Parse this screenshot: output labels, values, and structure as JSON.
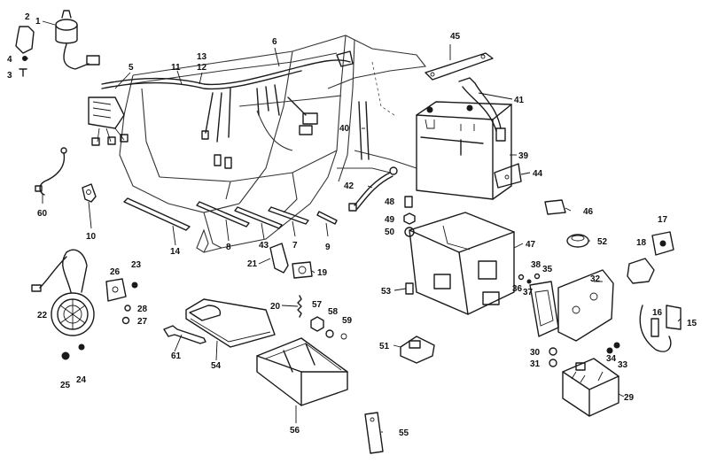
{
  "callouts": [
    {
      "id": "1",
      "text": "1"
    },
    {
      "id": "2",
      "text": "2"
    },
    {
      "id": "3",
      "text": "3"
    },
    {
      "id": "4",
      "text": "4"
    },
    {
      "id": "5",
      "text": "5"
    },
    {
      "id": "6",
      "text": "6"
    },
    {
      "id": "7",
      "text": "7"
    },
    {
      "id": "8",
      "text": "8"
    },
    {
      "id": "9",
      "text": "9"
    },
    {
      "id": "10",
      "text": "10"
    },
    {
      "id": "11",
      "text": "11"
    },
    {
      "id": "12",
      "text": "12"
    },
    {
      "id": "13",
      "text": "13"
    },
    {
      "id": "14",
      "text": "14"
    },
    {
      "id": "15",
      "text": "15"
    },
    {
      "id": "16",
      "text": "16"
    },
    {
      "id": "17",
      "text": "17"
    },
    {
      "id": "18",
      "text": "18"
    },
    {
      "id": "19",
      "text": "19"
    },
    {
      "id": "20",
      "text": "20"
    },
    {
      "id": "21",
      "text": "21"
    },
    {
      "id": "22",
      "text": "22"
    },
    {
      "id": "23",
      "text": "23"
    },
    {
      "id": "24",
      "text": "24"
    },
    {
      "id": "25",
      "text": "25"
    },
    {
      "id": "26",
      "text": "26"
    },
    {
      "id": "27",
      "text": "27"
    },
    {
      "id": "28",
      "text": "28"
    },
    {
      "id": "29",
      "text": "29"
    },
    {
      "id": "30",
      "text": "30"
    },
    {
      "id": "31",
      "text": "31"
    },
    {
      "id": "32",
      "text": "32"
    },
    {
      "id": "33",
      "text": "33"
    },
    {
      "id": "34",
      "text": "34"
    },
    {
      "id": "35",
      "text": "35"
    },
    {
      "id": "36",
      "text": "36"
    },
    {
      "id": "37",
      "text": "37"
    },
    {
      "id": "38",
      "text": "38"
    },
    {
      "id": "39",
      "text": "39"
    },
    {
      "id": "40",
      "text": "40"
    },
    {
      "id": "41",
      "text": "41"
    },
    {
      "id": "42",
      "text": "42"
    },
    {
      "id": "43",
      "text": "43"
    },
    {
      "id": "44",
      "text": "44"
    },
    {
      "id": "45",
      "text": "45"
    },
    {
      "id": "46",
      "text": "46"
    },
    {
      "id": "47",
      "text": "47"
    },
    {
      "id": "48",
      "text": "48"
    },
    {
      "id": "49",
      "text": "49"
    },
    {
      "id": "50",
      "text": "50"
    },
    {
      "id": "51",
      "text": "51"
    },
    {
      "id": "52",
      "text": "52"
    },
    {
      "id": "53",
      "text": "53"
    },
    {
      "id": "54",
      "text": "54"
    },
    {
      "id": "55",
      "text": "55"
    },
    {
      "id": "56",
      "text": "56"
    },
    {
      "id": "57",
      "text": "57"
    },
    {
      "id": "58",
      "text": "58"
    },
    {
      "id": "59",
      "text": "59"
    },
    {
      "id": "60",
      "text": "60"
    },
    {
      "id": "61",
      "text": "61"
    }
  ]
}
